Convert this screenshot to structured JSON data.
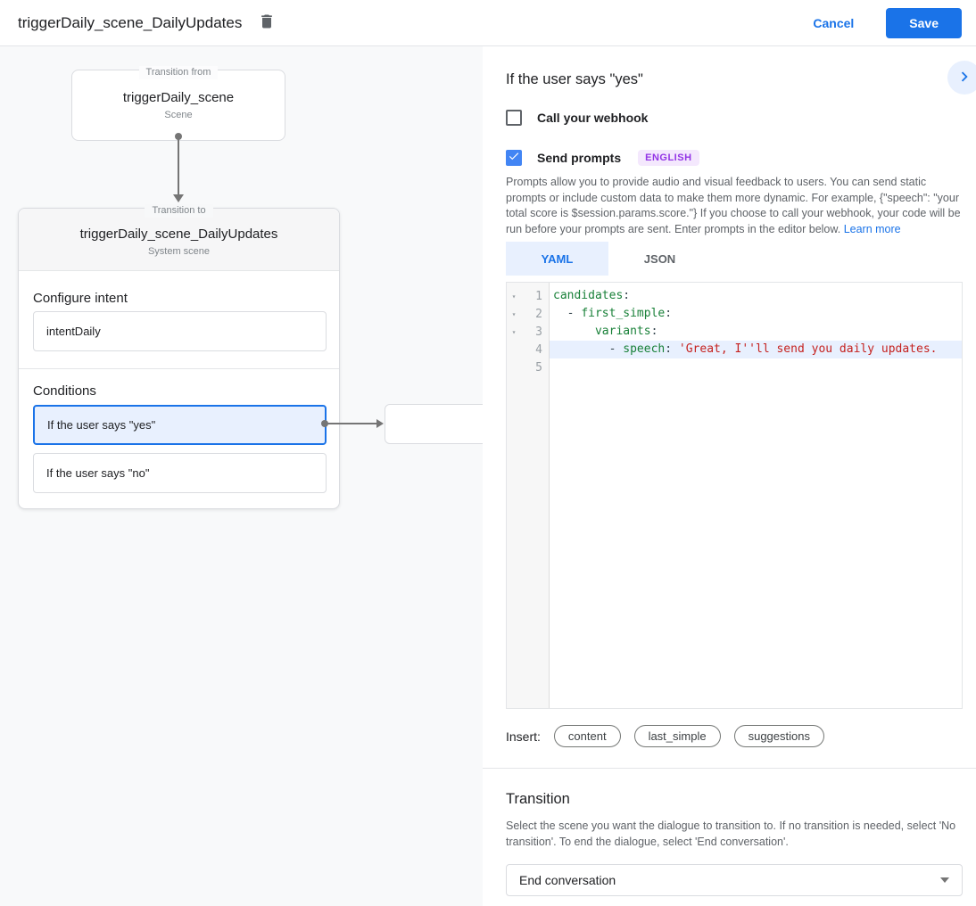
{
  "colors": {
    "accent": "#1a73e8",
    "accent_light": "#e8f0fe",
    "checkbox_blue": "#4285f4",
    "badge_bg": "#f4e8fd",
    "badge_text": "#9334e6",
    "yaml_key_green": "#188038",
    "yaml_string_red": "#c5221f",
    "left_panel_bg": "#f8f9fa"
  },
  "topbar": {
    "title": "triggerDaily_scene_DailyUpdates",
    "delete_icon": "trash-icon",
    "cancel_label": "Cancel",
    "save_label": "Save"
  },
  "diagram": {
    "from_node": {
      "legend": "Transition from",
      "title": "triggerDaily_scene",
      "subtitle": "Scene"
    },
    "to_node": {
      "legend": "Transition to",
      "title": "triggerDaily_scene_DailyUpdates",
      "subtitle": "System scene",
      "configure_intent_label": "Configure intent",
      "intent_value": "intentDaily",
      "conditions_label": "Conditions",
      "conditions": [
        {
          "label": "If the user says \"yes\"",
          "selected": true
        },
        {
          "label": "If the user says \"no\"",
          "selected": false
        }
      ]
    }
  },
  "panel": {
    "title": "If the user says \"yes\"",
    "expand_icon": "chevron-right-icon",
    "webhook_checkbox": {
      "label": "Call your webhook",
      "checked": false
    },
    "prompts_checkbox": {
      "label": "Send prompts",
      "checked": true,
      "badge": "ENGLISH"
    },
    "description": "Prompts allow you to provide audio and visual feedback to users. You can send static prompts or include custom data to make them more dynamic. For example, {\"speech\": \"your total score is $session.params.score.\"} If you choose to call your webhook, your code will be run before your prompts are sent. Enter prompts in the editor below.",
    "learn_more_label": "Learn more",
    "tabs": [
      {
        "label": "YAML",
        "active": true
      },
      {
        "label": "JSON",
        "active": false
      }
    ],
    "editor": {
      "lines": [
        {
          "number": 1,
          "fold": true,
          "highlight": false,
          "tokens": [
            [
              "candidates",
              "key"
            ],
            [
              ":",
              "plain"
            ]
          ]
        },
        {
          "number": 2,
          "fold": true,
          "highlight": false,
          "tokens": [
            [
              "  - ",
              "plain"
            ],
            [
              "first_simple",
              "key"
            ],
            [
              ":",
              "plain"
            ]
          ]
        },
        {
          "number": 3,
          "fold": true,
          "highlight": false,
          "tokens": [
            [
              "      ",
              "plain"
            ],
            [
              "variants",
              "key"
            ],
            [
              ":",
              "plain"
            ]
          ]
        },
        {
          "number": 4,
          "fold": false,
          "highlight": true,
          "tokens": [
            [
              "        - ",
              "plain"
            ],
            [
              "speech",
              "key"
            ],
            [
              ": ",
              "plain"
            ],
            [
              "'Great, I''ll send you daily updates.",
              "string"
            ]
          ]
        },
        {
          "number": 5,
          "fold": false,
          "highlight": false,
          "tokens": []
        }
      ]
    },
    "insert": {
      "label": "Insert:",
      "chips": [
        "content",
        "last_simple",
        "suggestions"
      ]
    },
    "transition": {
      "title": "Transition",
      "description": "Select the scene you want the dialogue to transition to. If no transition is needed, select 'No transition'. To end the dialogue, select 'End conversation'.",
      "dropdown_value": "End conversation"
    }
  }
}
